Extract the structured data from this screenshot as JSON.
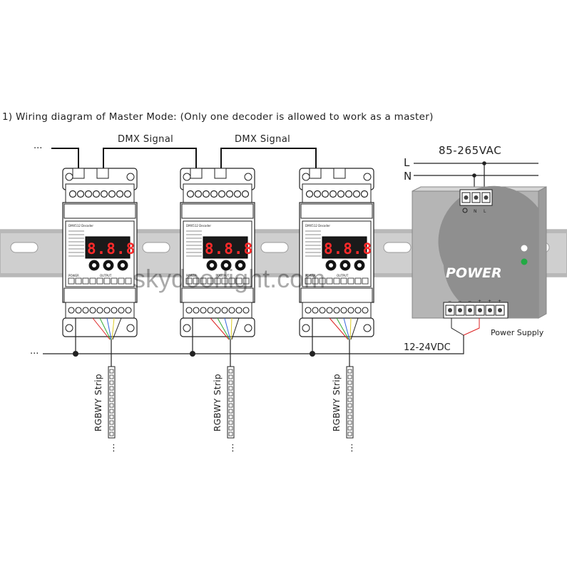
{
  "title": "1) Wiring diagram of Master Mode: (Only one decoder is allowed to work as a master)",
  "signals": {
    "dmx_1": "DMX Signal",
    "dmx_2": "DMX Signal"
  },
  "ac": {
    "voltage": "85-265VAC",
    "line_l": "L",
    "line_n": "N",
    "term_n": "N",
    "term_l": "L"
  },
  "dc": {
    "voltage": "12-24VDC",
    "power_label": "POWER",
    "power_supply_label": "Power Supply",
    "out_minus_1": "−",
    "out_minus_2": "−",
    "out_minus_3": "−",
    "out_plus_1": "+",
    "out_plus_2": "+",
    "out_plus_3": "+"
  },
  "continuation": {
    "dmx_left": "···",
    "dc_left": "···"
  },
  "decoders": [
    {
      "display": "8.8.8",
      "heading": "DMX512 Decoder",
      "out_label": "OUTPUT",
      "power_label": "POWER"
    },
    {
      "display": "8.8.8",
      "heading": "DMX512 Decoder",
      "out_label": "OUTPUT",
      "power_label": "POWER"
    },
    {
      "display": "8.8.8",
      "heading": "DMX512 Decoder",
      "out_label": "OUTPUT",
      "power_label": "POWER"
    }
  ],
  "strips": [
    {
      "label": "RGBWY Strip",
      "more": "⋮"
    },
    {
      "label": "RGBWY Strip",
      "more": "⋮"
    },
    {
      "label": "RGBWY Strip",
      "more": "⋮"
    }
  ],
  "watermark": "skydoorlight.com",
  "colors": {
    "rail": "#c9c9c9",
    "rail_dark": "#a8a8a8",
    "decoder_body": "#ffffff",
    "decoder_dark": "#2a2a2a",
    "display_digits": "#ff2a2a",
    "psu_body": "#b5b5b5",
    "psu_circle": "#8f8f8f",
    "led_white": "#ffffff",
    "led_green": "#22aa44",
    "wire_red": "#dd2222",
    "wire_green": "#33aa33",
    "wire_blue": "#3366dd",
    "wire_yellow": "#ddcc22"
  }
}
